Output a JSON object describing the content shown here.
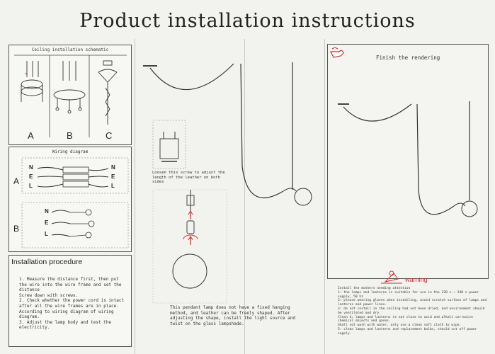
{
  "title": "Product installation instructions",
  "ceiling": {
    "heading": "Ceiling installation schematic",
    "labels": [
      "A",
      "B",
      "C"
    ]
  },
  "wiring": {
    "heading": "Wiring diagram",
    "row_a": "A",
    "row_b": "B",
    "letters_left": [
      "N",
      "E",
      "L"
    ],
    "letters_right": [
      "N",
      "E",
      "L"
    ],
    "letters_b": [
      "N",
      "E",
      "L"
    ]
  },
  "procedure": {
    "heading": "Installation procedure",
    "steps": [
      "1.    Measure the distance first, then put the wire into the wire frame and set the distance",
      "Screw down with screws.",
      "2. Check whether the power cord is intact after all the wire frames are in place.",
      "According to wiring diagram of wiring diagram.",
      "3. Adjust the lamp body and test the electricity."
    ]
  },
  "middle": {
    "loosen_note": "Loosen this screw to adjust the length of the leather on both sides",
    "bottom_note": "This pendant lamp does not have a fixed hanging method, and leather can be freely shaped. After adjusting the shape, install the light source and twist on the glass lampshade."
  },
  "right": {
    "finish": "Finish the rendering",
    "warning": "warning",
    "warning_lines": [
      "Install the mothers needing attention",
      "1:        the lamps and lanterns is suitable for use in the 220 v ~ 240 v power supply, 50 hz",
      "2:        please wearing gloves when installing, avoid scratch surface of lamps and lanterns and power lines.",
      "3:        do not install in the ceiling had not been dried, and environment should be ventilated and dry.",
      "Clean 4: lamps and lanterns is not close to acid and alkali corrosive chemical objects and gases.",
      "Shall not wash with water, only use a clean soft cloth to wipe.",
      "5:        clean lamps and lanterns and replacement bulbs, should cut off power supply."
    ]
  }
}
